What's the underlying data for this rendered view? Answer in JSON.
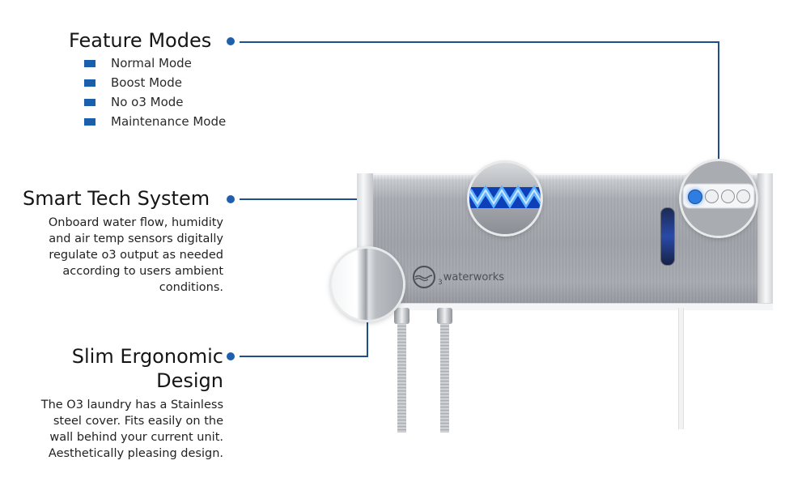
{
  "sections": {
    "feature_modes": {
      "heading": "Feature Modes",
      "items": [
        "Normal Mode",
        "Boost Mode",
        "No o3 Mode",
        "Maintenance Mode"
      ]
    },
    "smart_tech": {
      "heading": "Smart Tech System",
      "body": [
        "Onboard water flow, humidity",
        "and air temp sensors digitally",
        "regulate o3 output as needed",
        "according to users ambient",
        "conditions."
      ]
    },
    "slim_design": {
      "heading_lines": [
        "Slim Ergonomic",
        "Design"
      ],
      "body": [
        "The O3 laundry has a Stainless",
        "steel cover. Fits easily on the",
        "wall behind your current unit.",
        "Aesthetically pleasing design."
      ]
    }
  },
  "device": {
    "brand": "waterworks",
    "brand_prefix": "3",
    "icons": [
      "power-icon",
      "boost-icon",
      "no-ozone-icon",
      "maintenance-icon"
    ]
  },
  "colors": {
    "accent_blue": "#1f5fae",
    "connector_line": "#1f4f8a",
    "led_blue": "#3a8cff"
  }
}
